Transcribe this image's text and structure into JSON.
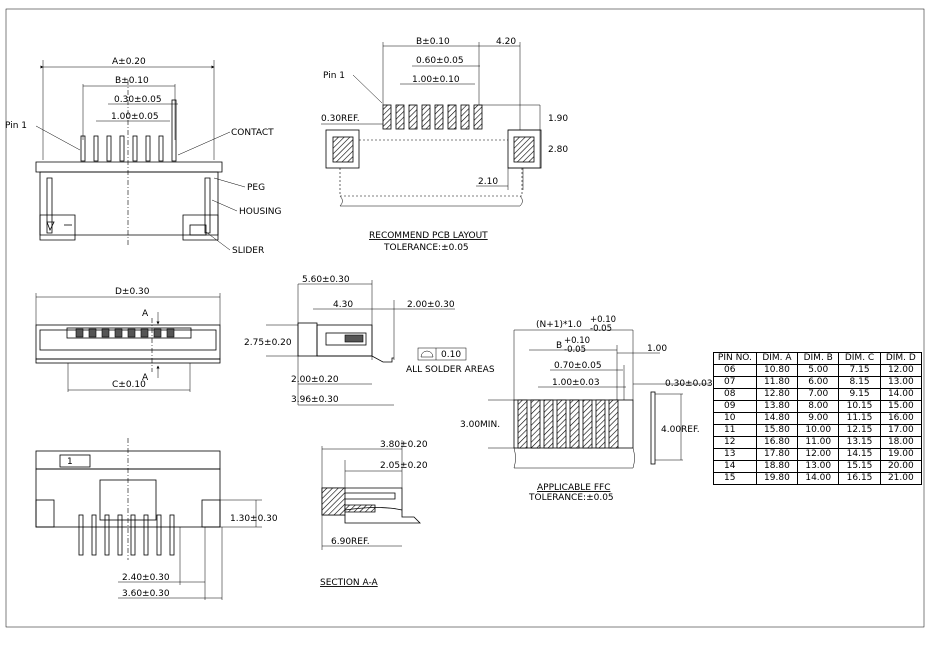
{
  "side_view": {
    "dims": {
      "a": "A±0.20",
      "b": "B±0.10",
      "pitch_width": "0.30±0.05",
      "pitch": "1.00±0.05"
    },
    "callouts": {
      "pin1": "Pin 1",
      "contact": "CONTACT",
      "peg": "PEG",
      "housing": "HOUSING",
      "slider": "SLIDER"
    }
  },
  "pcb_layout": {
    "dims": {
      "b": "B±0.10",
      "w420": "4.20",
      "pad_w": "0.60±0.05",
      "pitch": "1.00±0.10",
      "ref": "0.30REF.",
      "h190": "1.90",
      "h280": "2.80",
      "w210": "2.10"
    },
    "pin1": "Pin 1",
    "title": "RECOMMEND PCB LAYOUT",
    "tolerance": "TOLERANCE:±0.05"
  },
  "top_view": {
    "dims": {
      "d": "D±0.30",
      "c": "C±0.10"
    },
    "section_mark": "A"
  },
  "side_profile": {
    "dims": {
      "d560": "5.60±0.30",
      "d430": "4.30",
      "d200a": "2.00±0.30",
      "d275": "2.75±0.20",
      "d200b": "2.00±0.20",
      "d396": "3.96±0.30"
    },
    "flatness": "0.10",
    "solder_note": "ALL SOLDER AREAS"
  },
  "ffc": {
    "dims": {
      "n_top": "(N+1)*1.0",
      "n_tol_up": "+0.10",
      "n_tol_dn": "-0.05",
      "b": "B",
      "b_tol_up": "+0.10",
      "b_tol_dn": "-0.05",
      "w070": "0.70±0.05",
      "w100": "1.00",
      "pitch": "1.00±0.03",
      "thick": "0.30±0.03",
      "min": "3.00MIN.",
      "ref": "4.00REF."
    },
    "title": "APPLICABLE FFC",
    "tolerance": "TOLERANCE:±0.05"
  },
  "front_view": {
    "pin_label": "1",
    "dims": {
      "h130": "1.30±0.30",
      "w240": "2.40±0.30",
      "w360": "3.60±0.30"
    }
  },
  "section": {
    "dims": {
      "d380": "3.80±0.20",
      "d205": "2.05±0.20",
      "d690": "6.90REF."
    },
    "title": "SECTION A-A"
  },
  "dim_table": {
    "headers": [
      "PIN NO.",
      "DIM. A",
      "DIM. B",
      "DIM. C",
      "DIM. D"
    ],
    "rows": [
      [
        "06",
        "10.80",
        "5.00",
        "7.15",
        "12.00"
      ],
      [
        "07",
        "11.80",
        "6.00",
        "8.15",
        "13.00"
      ],
      [
        "08",
        "12.80",
        "7.00",
        "9.15",
        "14.00"
      ],
      [
        "09",
        "13.80",
        "8.00",
        "10.15",
        "15.00"
      ],
      [
        "10",
        "14.80",
        "9.00",
        "11.15",
        "16.00"
      ],
      [
        "11",
        "15.80",
        "10.00",
        "12.15",
        "17.00"
      ],
      [
        "12",
        "16.80",
        "11.00",
        "13.15",
        "18.00"
      ],
      [
        "13",
        "17.80",
        "12.00",
        "14.15",
        "19.00"
      ],
      [
        "14",
        "18.80",
        "13.00",
        "15.15",
        "20.00"
      ],
      [
        "15",
        "19.80",
        "14.00",
        "16.15",
        "21.00"
      ]
    ]
  }
}
